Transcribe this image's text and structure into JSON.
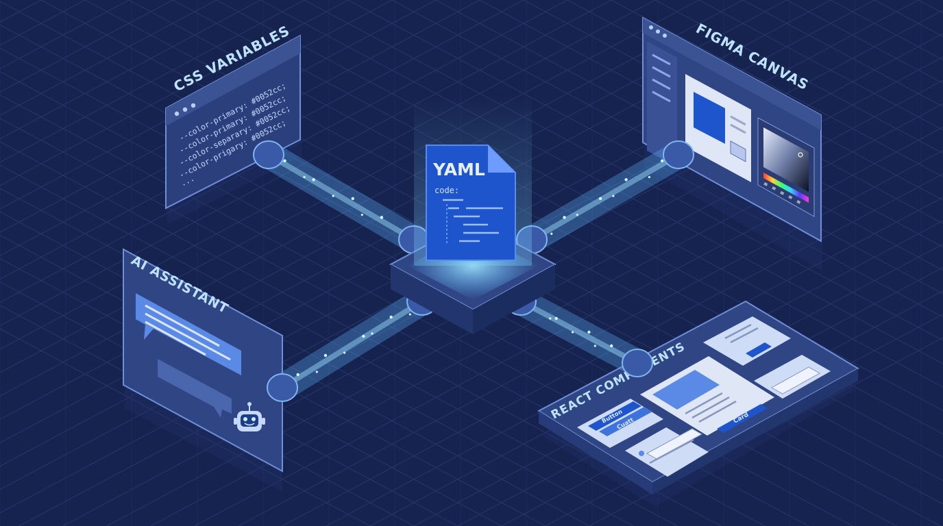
{
  "hub": {
    "file_label": "YAML",
    "code_key": "code:"
  },
  "panels": {
    "css_variables": {
      "title": "CSS VARIABLES",
      "lines": [
        "--color-primary: #0052cc;",
        "--color-primary: #0052cc;",
        "--color-separary: #0052cc;",
        "--color-prigary: #0052cc;",
        "..."
      ]
    },
    "figma_canvas": {
      "title": "FIGMA CANVAS"
    },
    "ai_assistant": {
      "title": "AI ASSISTANT"
    },
    "react_components": {
      "title": "REACT COMPONENTS",
      "button_label": "Button",
      "button_label_2": "Cuatt",
      "card_label": "Card"
    }
  },
  "colors": {
    "background": "#16234f",
    "grid": "#2a3c72",
    "panel": "#3b5293",
    "panel_dark": "#22356d",
    "accent": "#1f5fd6",
    "glow": "#7fd8ff",
    "text": "#bfe3ff"
  }
}
